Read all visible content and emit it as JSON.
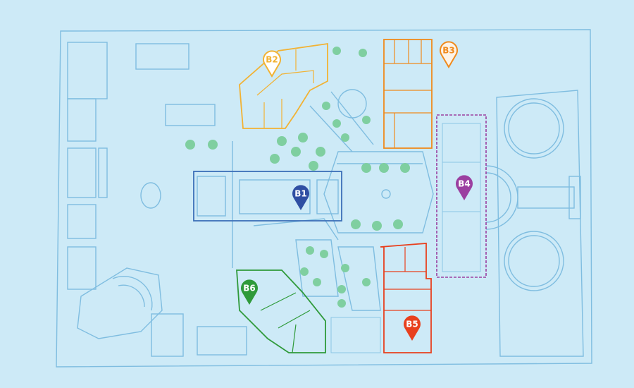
{
  "map": {
    "colors": {
      "background": "#cdeaf7",
      "plan_lines": "#7fbde0",
      "trees": "#7fcfa0"
    },
    "markers": [
      {
        "label": "B1",
        "color": "#2f4fa3",
        "style": "filled"
      },
      {
        "label": "B2",
        "color": "#f2b233",
        "style": "outline"
      },
      {
        "label": "B3",
        "color": "#f08a1c",
        "style": "outline"
      },
      {
        "label": "B4",
        "color": "#9b3fa0",
        "style": "filled"
      },
      {
        "label": "B5",
        "color": "#e8401e",
        "style": "filled"
      },
      {
        "label": "B6",
        "color": "#2f9a3a",
        "style": "filled"
      }
    ]
  }
}
